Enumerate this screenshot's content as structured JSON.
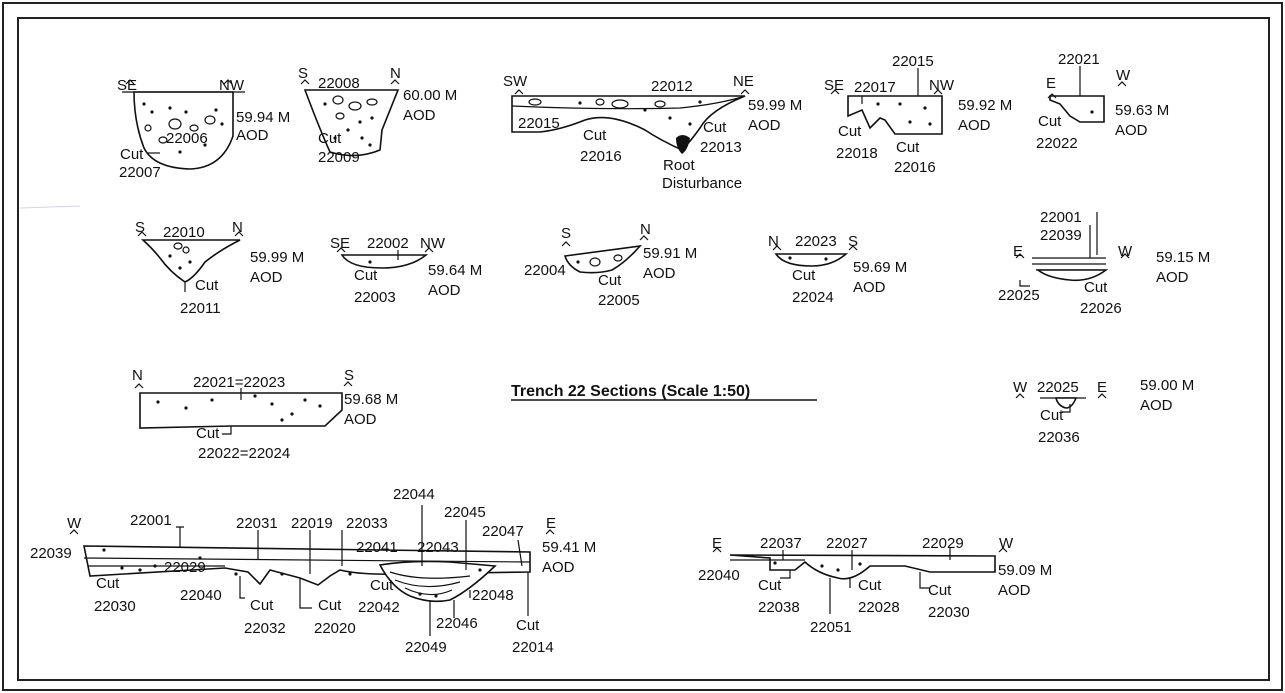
{
  "title": "Trench 22 Sections (Scale 1:50)",
  "sections": [
    {
      "id": "s1",
      "directions": [
        "SE",
        "NW"
      ],
      "contexts": [
        "22006"
      ],
      "cuts": [
        "Cut",
        "22007"
      ],
      "level": [
        "59.94 M",
        "AOD"
      ]
    },
    {
      "id": "s2",
      "directions": [
        "S",
        "N"
      ],
      "contexts": [
        "22008"
      ],
      "cuts": [
        "Cut",
        "22009"
      ],
      "level": [
        "60.00 M",
        "AOD"
      ]
    },
    {
      "id": "s3",
      "directions": [
        "SW",
        "NE"
      ],
      "contexts": [
        "22012",
        "22015"
      ],
      "cuts": [
        "Cut",
        "22016",
        "Cut",
        "22013"
      ],
      "notes": [
        "Root",
        "Disturbance"
      ],
      "level": [
        "59.99 M",
        "AOD"
      ]
    },
    {
      "id": "s4",
      "directions": [
        "SE",
        "NW"
      ],
      "contexts": [
        "22015",
        "22017"
      ],
      "cuts": [
        "Cut",
        "22018",
        "Cut",
        "22016"
      ],
      "level": [
        "59.92 M",
        "AOD"
      ]
    },
    {
      "id": "s5",
      "directions": [
        "E",
        "W"
      ],
      "contexts": [
        "22021"
      ],
      "cuts": [
        "Cut",
        "22022"
      ],
      "level": [
        "59.63 M",
        "AOD"
      ]
    },
    {
      "id": "s6",
      "directions": [
        "S",
        "N"
      ],
      "contexts": [
        "22010"
      ],
      "cuts": [
        "Cut",
        "22011"
      ],
      "level": [
        "59.99 M",
        "AOD"
      ]
    },
    {
      "id": "s7",
      "directions": [
        "SE",
        "NW"
      ],
      "contexts": [
        "22002"
      ],
      "cuts": [
        "Cut",
        "22003"
      ],
      "level": [
        "59.64 M",
        "AOD"
      ]
    },
    {
      "id": "s8",
      "directions": [
        "S",
        "N"
      ],
      "contexts": [
        "22004"
      ],
      "cuts": [
        "Cut",
        "22005"
      ],
      "level": [
        "59.91 M",
        "AOD"
      ]
    },
    {
      "id": "s9",
      "directions": [
        "N",
        "S"
      ],
      "contexts": [
        "22023"
      ],
      "cuts": [
        "Cut",
        "22024"
      ],
      "level": [
        "59.69 M",
        "AOD"
      ]
    },
    {
      "id": "s10",
      "directions": [
        "E",
        "W"
      ],
      "contexts": [
        "22001",
        "22039",
        "22025"
      ],
      "cuts": [
        "Cut",
        "22026"
      ],
      "level": [
        "59.15 M",
        "AOD"
      ]
    },
    {
      "id": "s11",
      "directions": [
        "N",
        "S"
      ],
      "contexts": [
        "22021=22023"
      ],
      "cuts": [
        "Cut",
        "22022=22024"
      ],
      "level": [
        "59.68 M",
        "AOD"
      ]
    },
    {
      "id": "s12",
      "directions": [
        "W",
        "E"
      ],
      "contexts": [
        "22025"
      ],
      "cuts": [
        "Cut",
        "22036"
      ],
      "level": [
        "59.00 M",
        "AOD"
      ]
    },
    {
      "id": "s13",
      "directions": [
        "W",
        "E"
      ],
      "contexts": [
        "22001",
        "22031",
        "22019",
        "22033",
        "22044",
        "22045",
        "22047",
        "22039",
        "22041",
        "22043",
        "22029",
        "22040",
        "22046",
        "22048",
        "22049"
      ],
      "cuts": [
        "Cut",
        "22030",
        "Cut",
        "22032",
        "Cut",
        "22020",
        "Cut",
        "22042",
        "Cut",
        "22014"
      ],
      "level": [
        "59.41 M",
        "AOD"
      ]
    },
    {
      "id": "s14",
      "directions": [
        "E",
        "W"
      ],
      "contexts": [
        "22037",
        "22027",
        "22029",
        "22040",
        "22051"
      ],
      "cuts": [
        "Cut",
        "22038",
        "Cut",
        "22028",
        "Cut",
        "22030"
      ],
      "level": [
        "59.09 M",
        "AOD"
      ]
    }
  ]
}
